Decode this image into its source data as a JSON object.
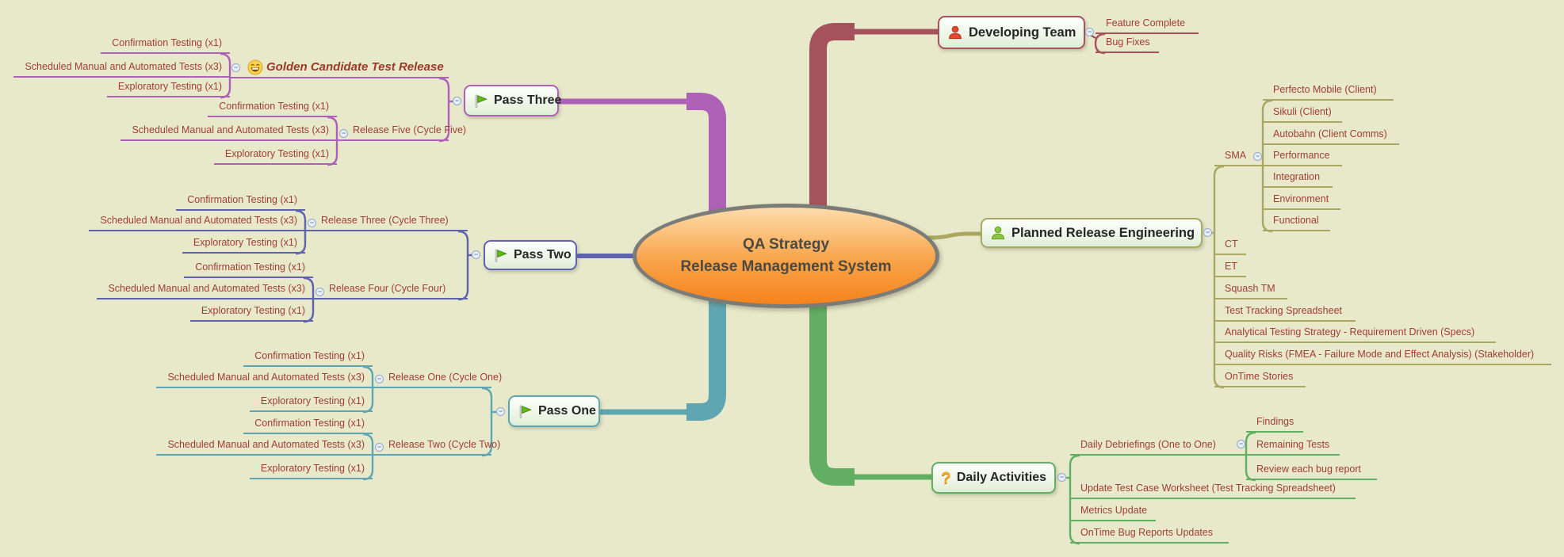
{
  "central": {
    "line1": "QA Strategy",
    "line2": "Release Management System"
  },
  "icons": {
    "minus": "−",
    "question_mark": "?"
  },
  "colors": {
    "background": "#e8e9ca",
    "central_fill_top": "#fcdcab",
    "central_fill_bottom": "#f5831c",
    "branch_developing_team": "#a5525c",
    "branch_planned_release": "#a8a863",
    "branch_daily_activities": "#62ae62",
    "branch_pass_one": "#5fa6b2",
    "branch_pass_two": "#5f63ad",
    "branch_pass_three": "#ad62b8",
    "leaf_text": "#a03d33"
  },
  "branches": {
    "developing_team": {
      "label": "Developing Team",
      "children": [
        {
          "label": "Feature Complete"
        },
        {
          "label": "Bug Fixes"
        }
      ]
    },
    "planned_release_engineering": {
      "label": "Planned Release Engineering",
      "sma": {
        "label": "SMA",
        "children": [
          {
            "label": "Perfecto Mobile (Client)"
          },
          {
            "label": "Sikuli (Client)"
          },
          {
            "label": "Autobahn (Client Comms)"
          },
          {
            "label": "Performance"
          },
          {
            "label": "Integration"
          },
          {
            "label": "Environment"
          },
          {
            "label": "Functional"
          }
        ]
      },
      "children": [
        {
          "label": "CT"
        },
        {
          "label": "ET"
        },
        {
          "label": "Squash TM"
        },
        {
          "label": "Test Tracking Spreadsheet"
        },
        {
          "label": "Analytical Testing Strategy - Requirement Driven (Specs)"
        },
        {
          "label": "Quality Risks (FMEA - Failure Mode and Effect Analysis) (Stakeholder)"
        },
        {
          "label": "OnTime Stories"
        }
      ]
    },
    "daily_activities": {
      "label": "Daily Activities",
      "debriefings": {
        "label": "Daily Debriefings (One to One)",
        "children": [
          {
            "label": "Findings"
          },
          {
            "label": "Remaining Tests"
          },
          {
            "label": "Review each bug report"
          }
        ]
      },
      "children": [
        {
          "label": "Update Test Case Worksheet (Test Tracking Spreadsheet)"
        },
        {
          "label": "Metrics Update"
        },
        {
          "label": "OnTime Bug Reports Updates"
        }
      ]
    },
    "pass_three": {
      "label": "Pass Three",
      "golden_candidate": {
        "label": "Golden Candidate Test Release",
        "children": [
          {
            "label": "Confirmation Testing (x1)"
          },
          {
            "label": "Scheduled Manual and Automated Tests (x3)"
          },
          {
            "label": "Exploratory Testing (x1)"
          }
        ]
      },
      "release_five": {
        "label": "Release Five (Cycle Five)",
        "children": [
          {
            "label": "Confirmation Testing (x1)"
          },
          {
            "label": "Scheduled Manual and Automated Tests (x3)"
          },
          {
            "label": "Exploratory Testing (x1)"
          }
        ]
      }
    },
    "pass_two": {
      "label": "Pass Two",
      "release_three": {
        "label": "Release Three (Cycle Three)",
        "children": [
          {
            "label": "Confirmation Testing (x1)"
          },
          {
            "label": "Scheduled Manual and Automated Tests (x3)"
          },
          {
            "label": "Exploratory Testing (x1)"
          }
        ]
      },
      "release_four": {
        "label": "Release Four (Cycle Four)",
        "children": [
          {
            "label": "Confirmation Testing (x1)"
          },
          {
            "label": "Scheduled Manual and Automated Tests (x3)"
          },
          {
            "label": "Exploratory Testing (x1)"
          }
        ]
      }
    },
    "pass_one": {
      "label": "Pass One",
      "release_one": {
        "label": "Release One (Cycle One)",
        "children": [
          {
            "label": "Confirmation Testing (x1)"
          },
          {
            "label": "Scheduled Manual and Automated Tests (x3)"
          },
          {
            "label": "Exploratory Testing (x1)"
          }
        ]
      },
      "release_two": {
        "label": "Release Two (Cycle Two)",
        "children": [
          {
            "label": "Confirmation Testing (x1)"
          },
          {
            "label": "Scheduled Manual and Automated Tests (x3)"
          },
          {
            "label": "Exploratory Testing (x1)"
          }
        ]
      }
    }
  }
}
